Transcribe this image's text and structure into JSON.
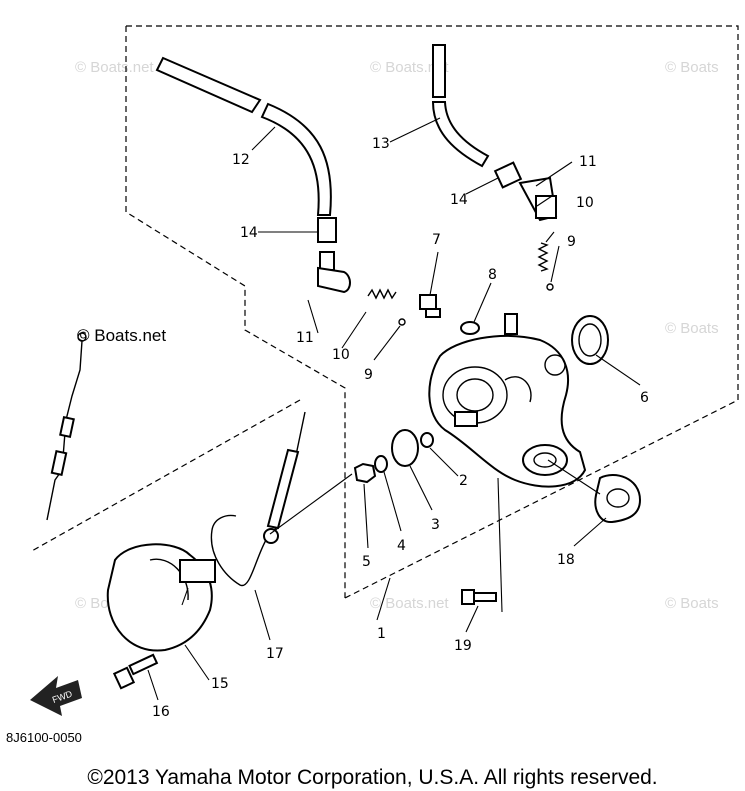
{
  "diagram": {
    "watermark_text": "© Boats.net",
    "watermark_short": "© Boats",
    "watermark_brand": "Boats.net",
    "fwd_label": "FWD",
    "catalog_code": "8J6100-0050",
    "callouts": [
      "12",
      "13",
      "11",
      "14",
      "14",
      "10",
      "9",
      "7",
      "8",
      "11",
      "10",
      "9",
      "6",
      "2",
      "3",
      "4",
      "5",
      "18",
      "1",
      "19",
      "17",
      "15",
      "16"
    ]
  },
  "footer": {
    "copyright": "©2013 Yamaha Motor Corporation, U.S.A. All rights reserved."
  }
}
